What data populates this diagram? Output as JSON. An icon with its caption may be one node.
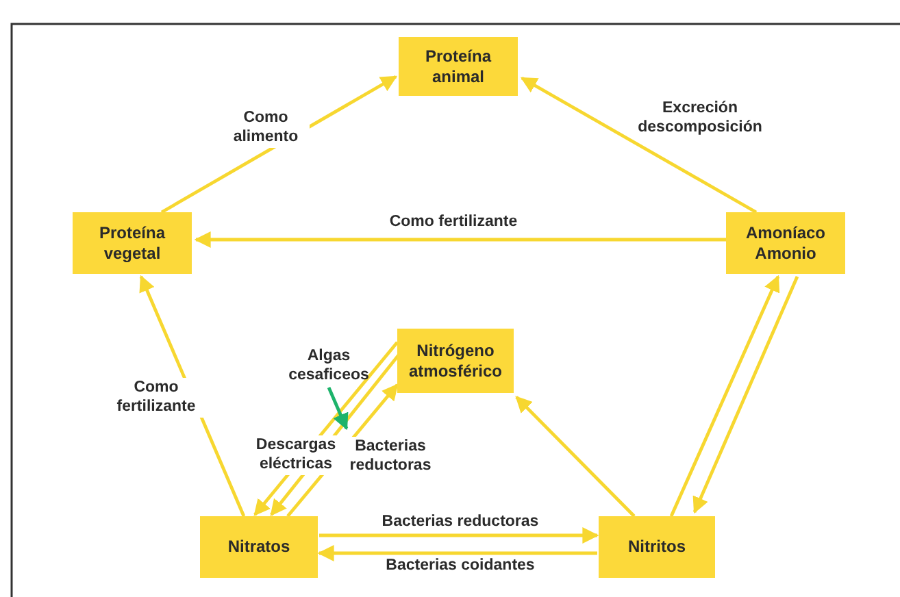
{
  "diagram": {
    "nodes": [
      {
        "text": [
          "Proteína animal"
        ]
      },
      {
        "text": [
          "Proteína vegetal"
        ]
      },
      {
        "text": [
          "Amoníaco Amonio"
        ]
      },
      {
        "text": [
          "Nitrógeno atmosférico"
        ]
      },
      {
        "text": [
          "Nitratos"
        ]
      },
      {
        "text": [
          "Nitritos"
        ]
      },
      {
        "text": [
          "Algas cesaficeos"
        ]
      }
    ],
    "edges": [
      {
        "from": 1,
        "to": 0,
        "arrow": "to",
        "label": "Como alimento"
      },
      {
        "from": 2,
        "to": 0,
        "arrow": "to",
        "label": "Excreción descomposición"
      },
      {
        "from": 2,
        "to": 1,
        "arrow": "to",
        "label": "Como fertilizante"
      },
      {
        "from": 4,
        "to": 1,
        "arrow": "to",
        "label": "Como fertilizante"
      },
      {
        "from": 3,
        "to": 4,
        "arrow": "to",
        "label": "Descargas eléctricas"
      },
      {
        "from": 3,
        "to": 4,
        "arrow": "to"
      },
      {
        "from": 4,
        "to": 3,
        "arrow": "to",
        "label": "Bacterias reductoras"
      },
      {
        "from": 5,
        "to": 3,
        "arrow": "to"
      },
      {
        "from": 4,
        "to": 5,
        "arrow": "to",
        "label": "Bacterias reductoras"
      },
      {
        "from": 5,
        "to": 4,
        "arrow": "to",
        "label": "Bacterias coidantes"
      },
      {
        "from": 5,
        "to": 2,
        "arrow": "to"
      },
      {
        "from": 2,
        "to": 5,
        "arrow": "to"
      },
      {
        "from": 6,
        "to": null,
        "arrow": "to",
        "color": "#1db36b"
      }
    ]
  }
}
